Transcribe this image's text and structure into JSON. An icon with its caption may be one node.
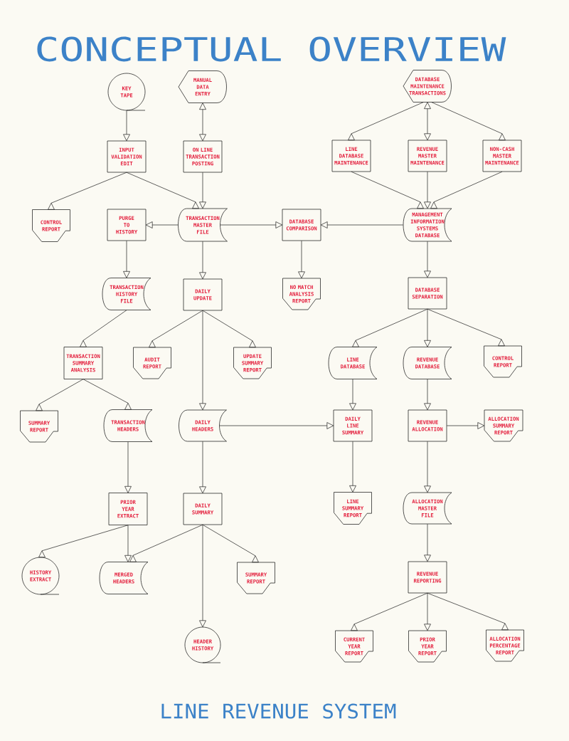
{
  "diagram": {
    "title": "CONCEPTUAL OVERVIEW",
    "caption": "LINE REVENUE SYSTEM",
    "nodes": [
      {
        "text": [
          "KEY TAPE"
        ]
      },
      {
        "text": [
          "MANUAL DATA ENTRY"
        ]
      },
      {
        "text": [
          "DATABASE MAINTENANCE TRANSACTIONS"
        ]
      },
      {
        "text": [
          "INPUT VALIDATION EDIT"
        ]
      },
      {
        "text": [
          "ON LINE TRANSACTION POSTING"
        ]
      },
      {
        "text": [
          "LINE DATABASE MAINTENANCE"
        ]
      },
      {
        "text": [
          "REVENUE MASTER MAINTENANCE"
        ]
      },
      {
        "text": [
          "NON-CASH MASTER MAINTENANCE"
        ]
      },
      {
        "text": [
          "CONTROL REPORT"
        ]
      },
      {
        "text": [
          "PURGE TO HISTORY"
        ]
      },
      {
        "text": [
          "TRANSACTION MASTER FILE"
        ]
      },
      {
        "text": [
          "DATABASE COMPARISON"
        ]
      },
      {
        "text": [
          "MANAGEMENT INFORMATION SYSTEMS DATABASE"
        ]
      },
      {
        "text": [
          "TRANSACTION HISTORY FILE"
        ]
      },
      {
        "text": [
          "DAILY UPDATE"
        ]
      },
      {
        "text": [
          "NO MATCH ANALYSIS REPORT"
        ]
      },
      {
        "text": [
          "DATABASE SEPARATION"
        ]
      },
      {
        "text": [
          "TRANSACTION SUMMARY ANALYSIS"
        ]
      },
      {
        "text": [
          "AUDIT REPORT"
        ]
      },
      {
        "text": [
          "UPDATE SUMMARY REPORT"
        ]
      },
      {
        "text": [
          "LINE DATABASE"
        ]
      },
      {
        "text": [
          "REVENUE DATABASE"
        ]
      },
      {
        "text": [
          "CONTROL REPORT"
        ]
      },
      {
        "text": [
          "SUMMARY REPORT"
        ]
      },
      {
        "text": [
          "TRANSACTION HEADERS"
        ]
      },
      {
        "text": [
          "DAILY HEADERS"
        ]
      },
      {
        "text": [
          "DAILY LINE SUMMARY"
        ]
      },
      {
        "text": [
          "REVENUE ALLOCATION"
        ]
      },
      {
        "text": [
          "ALLOCATION SUMMARY REPORT"
        ]
      },
      {
        "text": [
          "PRIOR YEAR EXTRACT"
        ]
      },
      {
        "text": [
          "DAILY SUMMARY"
        ]
      },
      {
        "text": [
          "LINE SUMMARY REPORT"
        ]
      },
      {
        "text": [
          "ALLOCATION MASTER FILE"
        ]
      },
      {
        "text": [
          "HISTORY EXTRACT"
        ]
      },
      {
        "text": [
          "MERGED HEADERS"
        ]
      },
      {
        "text": [
          "SUMMARY REPORT"
        ]
      },
      {
        "text": [
          "REVENUE REPORTING"
        ]
      },
      {
        "text": [
          "HEADER HISTORY"
        ]
      },
      {
        "text": [
          "CURRENT YEAR REPORT"
        ]
      },
      {
        "text": [
          "PRIOR YEAR REPORT"
        ]
      },
      {
        "text": [
          "ALLOCATION PERCENTAGE REPORT"
        ]
      }
    ],
    "edges": [
      {
        "from": 0,
        "to": 3,
        "arrow": "to"
      },
      {
        "from": 1,
        "to": 4,
        "arrow": "both"
      },
      {
        "from": 2,
        "to": 5,
        "arrow": "to"
      },
      {
        "from": 2,
        "to": 6,
        "arrow": "both"
      },
      {
        "from": 2,
        "to": 7,
        "arrow": "to"
      },
      {
        "from": 3,
        "to": 8,
        "arrow": "to"
      },
      {
        "from": 3,
        "to": 10,
        "arrow": "to"
      },
      {
        "from": 4,
        "to": 10,
        "arrow": "to"
      },
      {
        "from": 5,
        "to": 12,
        "arrow": "to"
      },
      {
        "from": 6,
        "to": 12,
        "arrow": "to"
      },
      {
        "from": 7,
        "to": 12,
        "arrow": "to"
      },
      {
        "from": 10,
        "to": 9,
        "arrow": "to"
      },
      {
        "from": 10,
        "to": 11,
        "arrow": "to"
      },
      {
        "from": 12,
        "to": 11,
        "arrow": "to"
      },
      {
        "from": 9,
        "to": 13,
        "arrow": "to"
      },
      {
        "from": 10,
        "to": 14,
        "arrow": "to"
      },
      {
        "from": 11,
        "to": 15,
        "arrow": "to"
      },
      {
        "from": 12,
        "to": 16,
        "arrow": "to"
      },
      {
        "from": 13,
        "to": 17,
        "arrow": "to"
      },
      {
        "from": 14,
        "to": 18,
        "arrow": "to"
      },
      {
        "from": 14,
        "to": 25,
        "arrow": "to"
      },
      {
        "from": 14,
        "to": 19,
        "arrow": "to"
      },
      {
        "from": 16,
        "to": 20,
        "arrow": "to"
      },
      {
        "from": 16,
        "to": 21,
        "arrow": "to"
      },
      {
        "from": 16,
        "to": 22,
        "arrow": "to"
      },
      {
        "from": 17,
        "to": 23,
        "arrow": "to"
      },
      {
        "from": 17,
        "to": 24,
        "arrow": "to"
      },
      {
        "from": 20,
        "to": 26,
        "arrow": "to"
      },
      {
        "from": 21,
        "to": 27,
        "arrow": "to"
      },
      {
        "from": 25,
        "to": 26,
        "arrow": "to"
      },
      {
        "from": 27,
        "to": 28,
        "arrow": "to"
      },
      {
        "from": 24,
        "to": 29,
        "arrow": "to"
      },
      {
        "from": 25,
        "to": 30,
        "arrow": "to"
      },
      {
        "from": 26,
        "to": 31,
        "arrow": "to"
      },
      {
        "from": 27,
        "to": 32,
        "arrow": "to"
      },
      {
        "from": 29,
        "to": 33,
        "arrow": "to"
      },
      {
        "from": 29,
        "to": 34,
        "arrow": "to"
      },
      {
        "from": 30,
        "to": 34,
        "arrow": "to"
      },
      {
        "from": 30,
        "to": 37,
        "arrow": "to"
      },
      {
        "from": 30,
        "to": 35,
        "arrow": "to"
      },
      {
        "from": 32,
        "to": 36,
        "arrow": "to"
      },
      {
        "from": 36,
        "to": 38,
        "arrow": "to"
      },
      {
        "from": 36,
        "to": 39,
        "arrow": "to"
      },
      {
        "from": 36,
        "to": 40,
        "arrow": "to"
      }
    ]
  }
}
